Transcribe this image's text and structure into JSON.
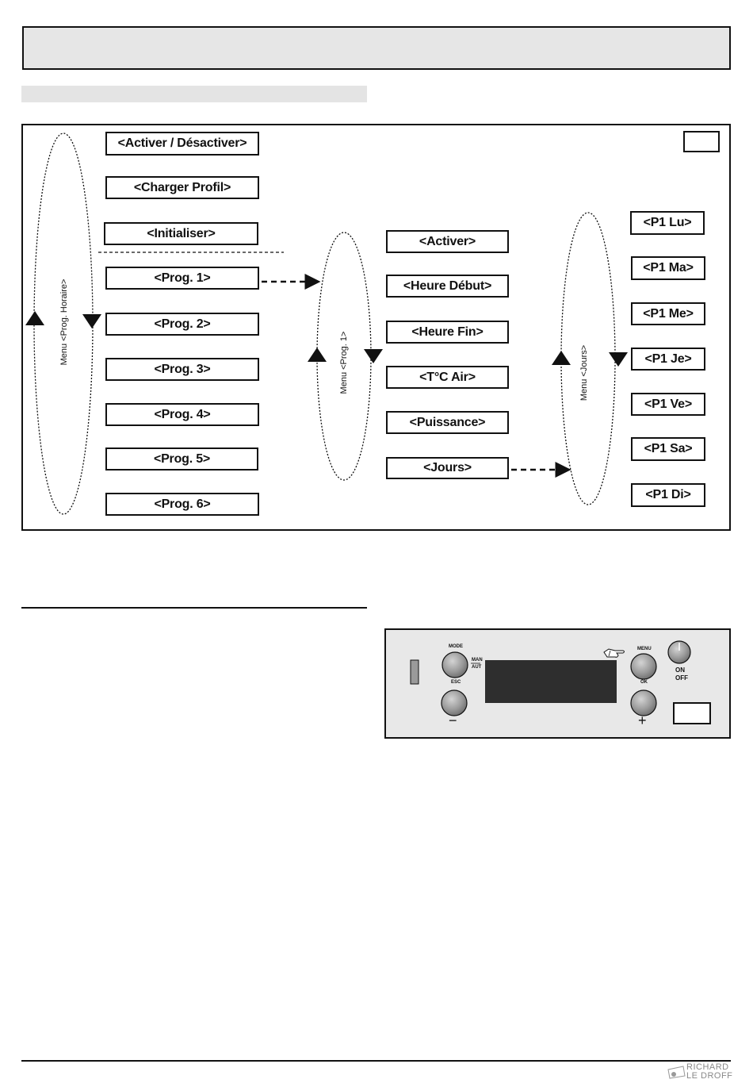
{
  "diagram": {
    "left_menu": {
      "label": "Menu <Prog. Horaire>",
      "items": [
        "<Activer / Désactiver>",
        "<Charger Profil>",
        "<Initialiser>",
        "<Prog. 1>",
        "<Prog. 2>",
        "<Prog. 3>",
        "<Prog. 4>",
        "<Prog. 5>",
        "<Prog. 6>"
      ]
    },
    "middle_menu": {
      "label": "Menu <Prog. 1>",
      "items": [
        "<Activer>",
        "<Heure Début>",
        "<Heure Fin>",
        "<T°C Air>",
        "<Puissance>",
        "<Jours>"
      ]
    },
    "right_menu": {
      "label": "Menu <Jours>",
      "items": [
        "<P1 Lu>",
        "<P1 Ma>",
        "<P1 Me>",
        "<P1 Je>",
        "<P1 Ve>",
        "<P1 Sa>",
        "<P1 Di>"
      ]
    }
  },
  "panel": {
    "mode_label": "MODE",
    "man_label": "MAN",
    "aut_label": "AUT",
    "esc_label": "ESC",
    "menu_label": "MENU",
    "ok_label": "OK",
    "on_label": "ON",
    "off_label": "OFF",
    "minus_symbol": "−",
    "plus_symbol": "+"
  },
  "footer": {
    "brand_line1": "RICHARD",
    "brand_line2": "LE DROFF"
  }
}
